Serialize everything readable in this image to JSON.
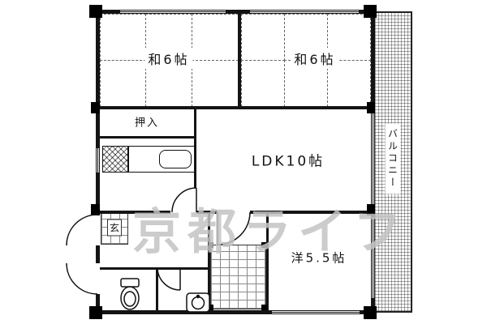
{
  "watermark": {
    "text": "京都ライフ"
  },
  "labels": {
    "washitsu_left": "和6帖",
    "washitsu_right": "和6帖",
    "oshiire": "押入",
    "ldk": "LDK10帖",
    "western": "洋5.5帖",
    "balcony": "バルコニー",
    "entrance": "玄"
  },
  "icons": [
    "stove-icon",
    "kitchen-sink-icon",
    "toilet-icon",
    "washbasin-icon",
    "door-arc-icon",
    "balcony-mesh",
    "bath-tile",
    "entrance-tile",
    "tatami-grid"
  ],
  "colors": {
    "wall": "#141414",
    "tatami_line": "#666666",
    "watermark": "#c4c4c4",
    "background": "#ffffff"
  }
}
